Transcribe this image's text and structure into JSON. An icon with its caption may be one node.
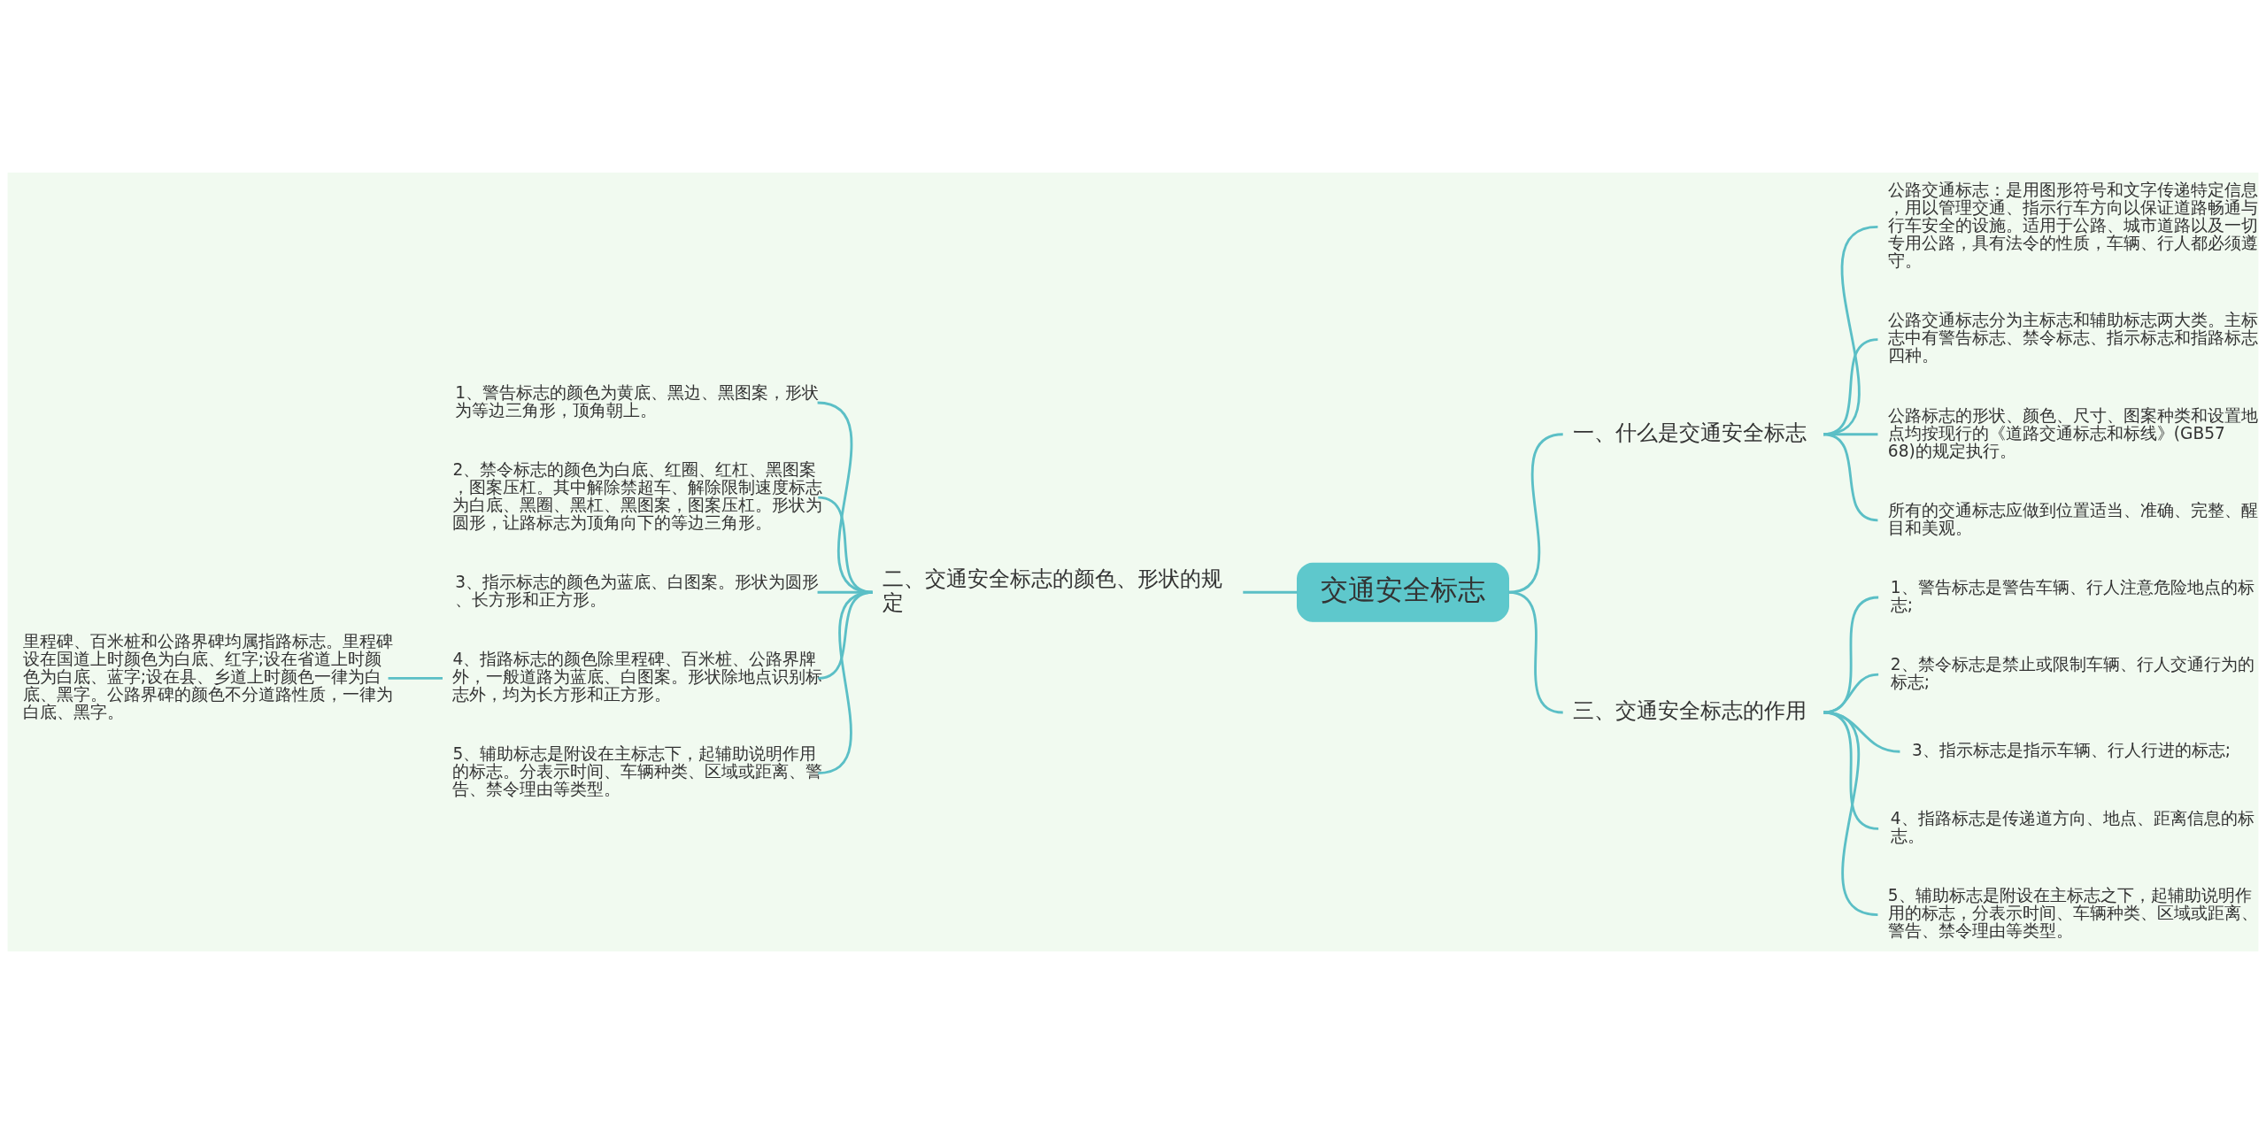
{
  "diagram": {
    "nodes": [
      {
        "text": [
          "交通安全标志"
        ]
      },
      {
        "text": [
          "一、什么是交通安全标志"
        ]
      },
      {
        "text": [
          "公路交通标志：是用图形符号和文字传递特定信息，用以管理交通、指示行车方向以保证道路畅通与行车安全的设施。适用于公路、城市道路以及一切专用公路，具有法令的性质，车辆、行人都必须遵守。"
        ]
      },
      {
        "text": [
          "公路交通标志分为主标志和辅助标志两大类。主标志中有警告标志、禁令标志、指示标志和指路标志四种。"
        ]
      },
      {
        "text": [
          "公路标志的形状、颜色、尺寸、图案种类和设置地点均按现行的《道路交通标志和标线》(GB5768)的规定执行。"
        ]
      },
      {
        "text": [
          "所有的交通标志应做到位置适当、准确、完整、醒目和美观。"
        ]
      },
      {
        "text": [
          "二、交通安全标志的颜色、形状的规定"
        ]
      },
      {
        "text": [
          "1、警告标志的颜色为黄底、黑边、黑图案，形状为等边三角形，顶角朝上。"
        ]
      },
      {
        "text": [
          "2、禁令标志的颜色为白底、红圈、红杠、黑图案，图案压杠。其中解除禁超车、解除限制速度标志为白底、黑圈、黑杠、黑图案，图案压杠。形状为圆形，让路标志为顶角向下的等边三角形。"
        ]
      },
      {
        "text": [
          "3、指示标志的颜色为蓝底、白图案。形状为圆形、长方形和正方形。"
        ]
      },
      {
        "text": [
          "4、指路标志的颜色除里程碑、百米桩、公路界牌外，一般道路为蓝底、白图案。形状除地点识别标志外，均为长方形和正方形。"
        ]
      },
      {
        "text": [
          "5、辅助标志是附设在主标志下，起辅助说明作用的标志。分表示时间、车辆种类、区域或距离、警告、禁令理由等类型。"
        ]
      },
      {
        "text": [
          "里程碑、百米桩和公路界碑均属指路标志。里程碑设在国道上时颜色为白底、红字;设在省道上时颜色为白底、蓝字;设在县、乡道上时颜色一律为白底、黑字。公路界碑的颜色不分道路性质，一律为白底、黑字。"
        ]
      },
      {
        "text": [
          "三、交通安全标志的作用"
        ]
      },
      {
        "text": [
          "1、警告标志是警告车辆、行人注意危险地点的标志;"
        ]
      },
      {
        "text": [
          "2、禁令标志是禁止或限制车辆、行人交通行为的标志;"
        ]
      },
      {
        "text": [
          "3、指示标志是指示车辆、行人行进的标志;"
        ]
      },
      {
        "text": [
          "4、指路标志是传递道方向、地点、距离信息的标志。"
        ]
      },
      {
        "text": [
          "5、辅助标志是附设在主标志之下，起辅助说明作用的标志，分表示时间、车辆种类、区域或距离、警告、禁令理由等类型。"
        ]
      }
    ],
    "edges": [
      {
        "from": 0,
        "to": 1,
        "arrow": "none"
      },
      {
        "from": 1,
        "to": 2,
        "arrow": "none"
      },
      {
        "from": 1,
        "to": 3,
        "arrow": "none"
      },
      {
        "from": 1,
        "to": 4,
        "arrow": "none"
      },
      {
        "from": 1,
        "to": 5,
        "arrow": "none"
      },
      {
        "from": 0,
        "to": 6,
        "arrow": "none"
      },
      {
        "from": 6,
        "to": 7,
        "arrow": "none"
      },
      {
        "from": 6,
        "to": 8,
        "arrow": "none"
      },
      {
        "from": 6,
        "to": 9,
        "arrow": "none"
      },
      {
        "from": 6,
        "to": 10,
        "arrow": "none"
      },
      {
        "from": 6,
        "to": 11,
        "arrow": "none"
      },
      {
        "from": 10,
        "to": 12,
        "arrow": "none"
      },
      {
        "from": 0,
        "to": 13,
        "arrow": "none"
      },
      {
        "from": 13,
        "to": 14,
        "arrow": "none"
      },
      {
        "from": 13,
        "to": 15,
        "arrow": "none"
      },
      {
        "from": 13,
        "to": 16,
        "arrow": "none"
      },
      {
        "from": 13,
        "to": 17,
        "arrow": "none"
      },
      {
        "from": 13,
        "to": 18,
        "arrow": "none"
      }
    ]
  }
}
